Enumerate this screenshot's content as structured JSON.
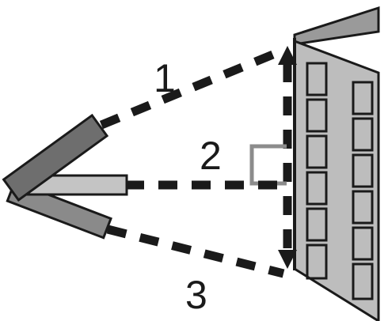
{
  "labels": {
    "beam_1": "1",
    "beam_2": "2",
    "beam_3": "3"
  },
  "colors": {
    "ink": "#1a1a1a",
    "building_face": "#bdbdbd",
    "roof": "#9a9a9a",
    "tube_dark": "#6e6e6e",
    "tube_light": "#c4c4c4",
    "tube_mid": "#8a8a8a",
    "bracket": "#8c8c8c"
  }
}
